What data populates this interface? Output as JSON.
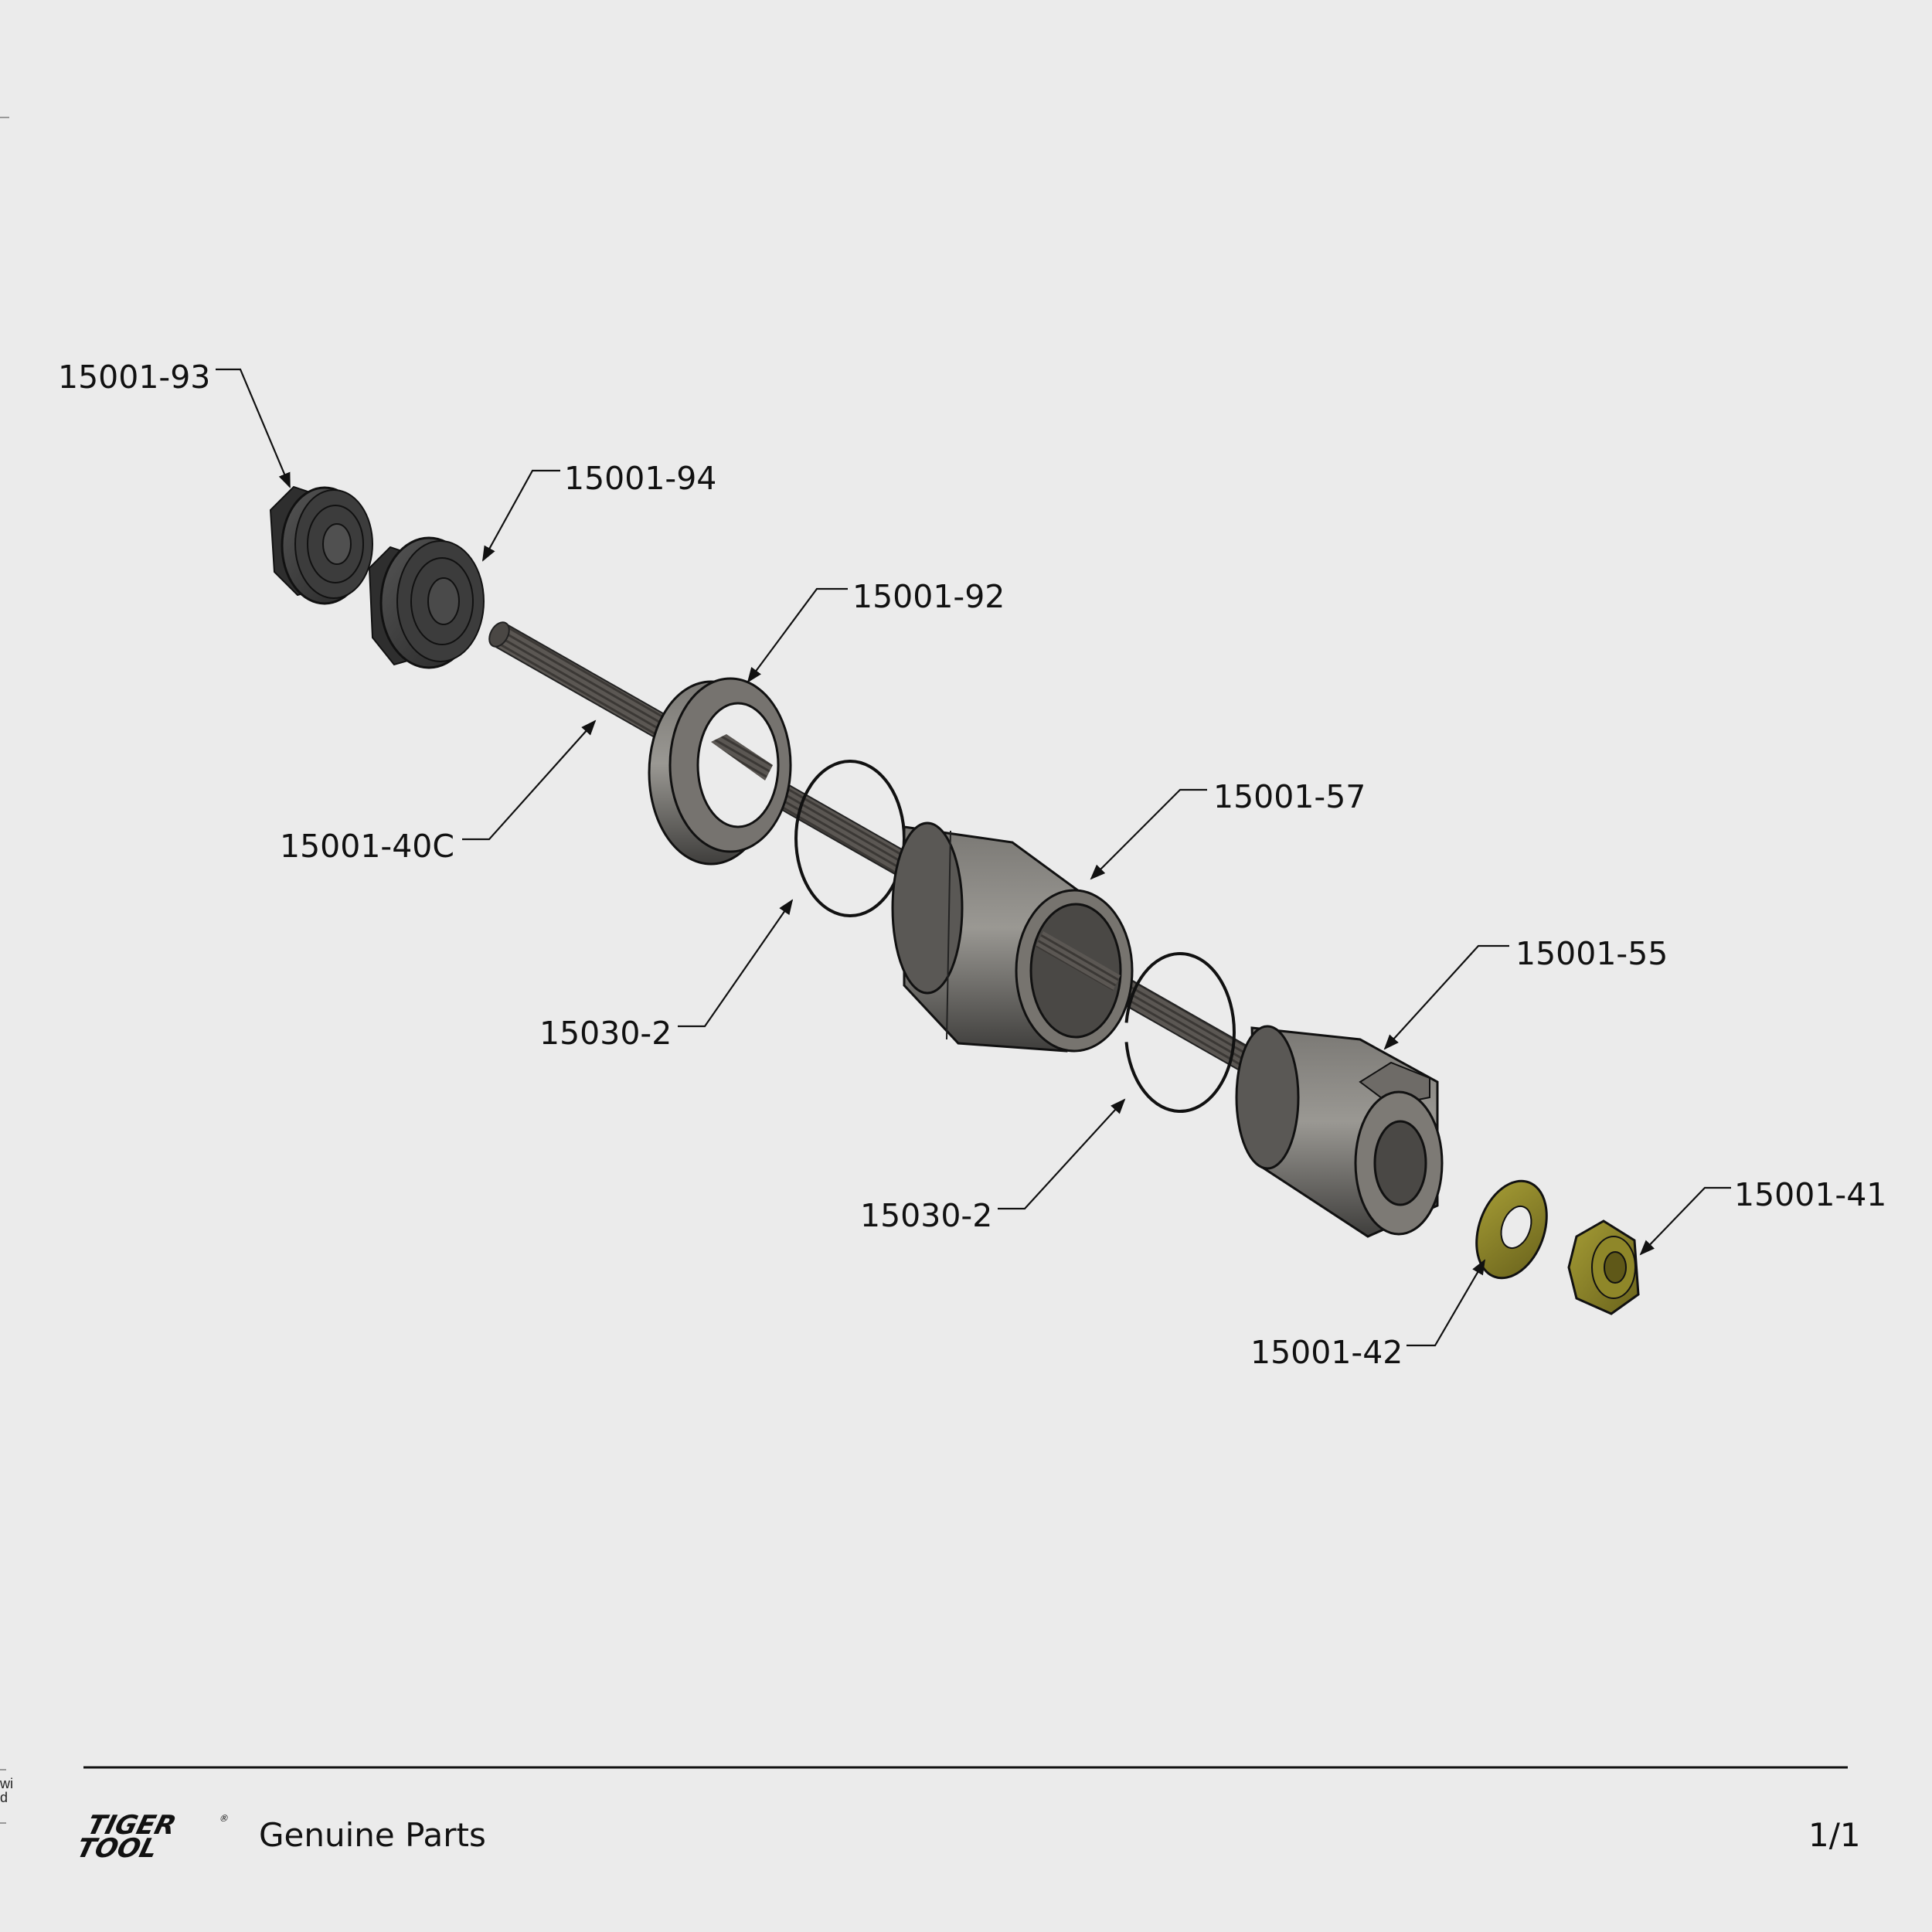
{
  "callouts": [
    {
      "id": "p93",
      "label": "15001-93"
    },
    {
      "id": "p94",
      "label": "15001-94"
    },
    {
      "id": "p92",
      "label": "15001-92"
    },
    {
      "id": "p40c",
      "label": "15001-40C"
    },
    {
      "id": "p57",
      "label": "15001-57"
    },
    {
      "id": "p30a",
      "label": "15030-2"
    },
    {
      "id": "p55",
      "label": "15001-55"
    },
    {
      "id": "p30b",
      "label": "15030-2"
    },
    {
      "id": "p41",
      "label": "15001-41"
    },
    {
      "id": "p42",
      "label": "15001-42"
    }
  ],
  "footer": {
    "logo_line1": "TIGER",
    "logo_line2": "TOOL",
    "logo_mark": "®",
    "tagline": "Genuine Parts",
    "page": "1/1"
  },
  "edge_fragments": [
    "wi",
    "d"
  ],
  "colors": {
    "background": "#ebebeb",
    "steel": "#5a5855",
    "dark_part": "#3a3a3a",
    "brass": "#8a8226"
  }
}
